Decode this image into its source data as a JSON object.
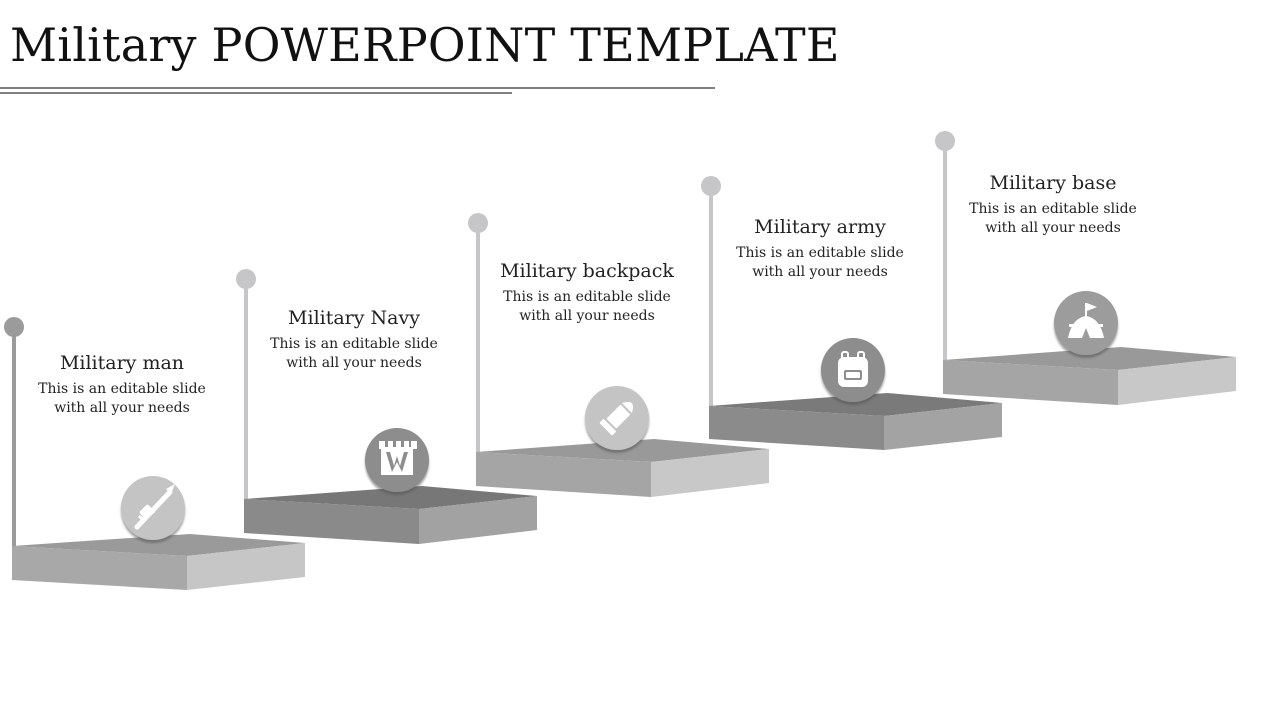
{
  "slide": {
    "title": "Military POWERPOINT TEMPLATE"
  },
  "colors": {
    "background": "#ffffff",
    "rule": "#7f7f7f",
    "icon_glyph": "#ffffff"
  },
  "steps": [
    {
      "heading": "Military man",
      "desc_line1": "This is an editable slide",
      "desc_line2": "with all your needs",
      "icon": "soldier-rifle-icon",
      "top_color": "#9a9a9a",
      "front_color": "#a8a8a8",
      "side_color": "#c6c6c6",
      "pin_color": "#9b9b9b",
      "circle_color": "#c4c4c4"
    },
    {
      "heading": "Military Navy",
      "desc_line1": "This is an editable slide",
      "desc_line2": "with all your needs",
      "icon": "fortress-icon",
      "top_color": "#777777",
      "front_color": "#8a8a8a",
      "side_color": "#a2a2a2",
      "pin_color": "#c6c6c8",
      "circle_color": "#8d8d8d"
    },
    {
      "heading": "Military backpack",
      "desc_line1": "This is an editable slide",
      "desc_line2": "with all your needs",
      "icon": "bullet-icon",
      "top_color": "#999999",
      "front_color": "#a5a5a5",
      "side_color": "#c8c8c8",
      "pin_color": "#c6c6c8",
      "circle_color": "#c4c4c4"
    },
    {
      "heading": "Military army",
      "desc_line1": "This is an editable slide",
      "desc_line2": "with all your needs",
      "icon": "backpack-icon",
      "top_color": "#7a7a7a",
      "front_color": "#8b8b8b",
      "side_color": "#a3a3a3",
      "pin_color": "#c6c6c8",
      "circle_color": "#8d8d8d"
    },
    {
      "heading": "Military base",
      "desc_line1": "This is an editable slide",
      "desc_line2": "with all your needs",
      "icon": "tent-base-icon",
      "top_color": "#999999",
      "front_color": "#a5a5a5",
      "side_color": "#c8c8c8",
      "pin_color": "#c6c6c8",
      "circle_color": "#9c9c9c"
    }
  ]
}
